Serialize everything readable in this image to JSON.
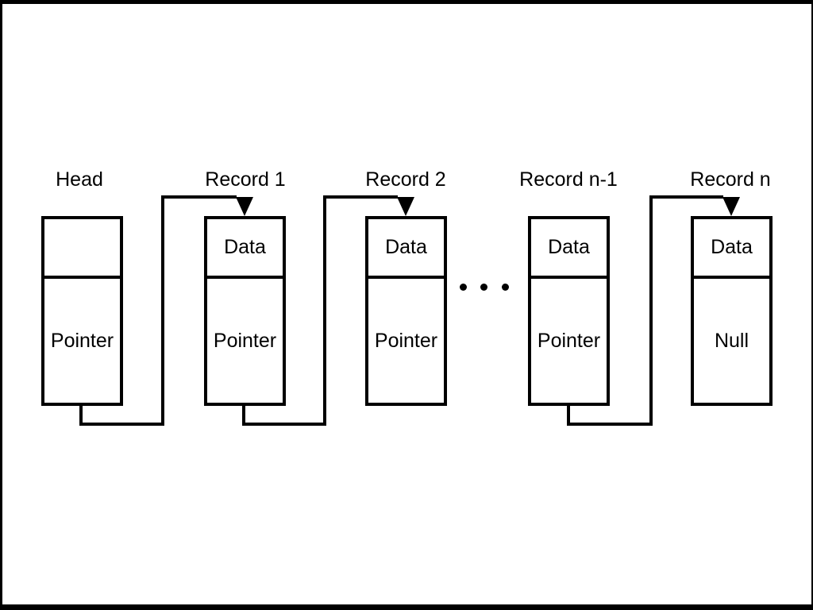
{
  "page": {
    "background": "#ffffff",
    "frame_color": "#000000"
  },
  "diagram": {
    "type": "singly-linked-list",
    "line_color": "#000000",
    "ellipsis_label": "...",
    "nodes": [
      {
        "label": "Head",
        "top_cell": "",
        "bottom_cell": "Pointer"
      },
      {
        "label": "Record 1",
        "top_cell": "Data",
        "bottom_cell": "Pointer"
      },
      {
        "label": "Record 2",
        "top_cell": "Data",
        "bottom_cell": "Pointer"
      },
      {
        "label": "Record n-1",
        "top_cell": "Data",
        "bottom_cell": "Pointer"
      },
      {
        "label": "Record n",
        "top_cell": "Data",
        "bottom_cell": "Null"
      }
    ]
  }
}
